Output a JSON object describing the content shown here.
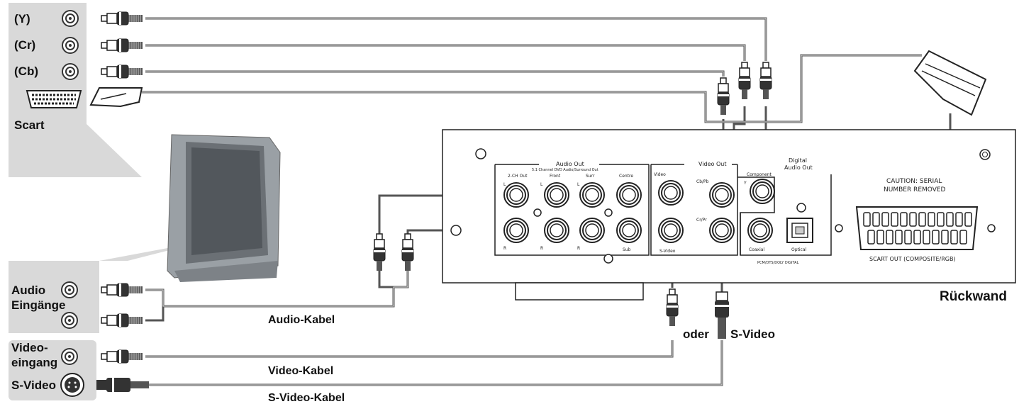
{
  "tv_inputs": {
    "component": [
      "(Y)",
      "(Cr)",
      "(Cb)"
    ],
    "scart": "Scart",
    "audio": [
      "Audio",
      "Eingänge"
    ],
    "video": [
      "Video-",
      "eingang"
    ],
    "svideo": "S-Video"
  },
  "cable_labels": {
    "audio": "Audio-Kabel",
    "video": "Video-Kabel",
    "svideo": "S-Video-Kabel",
    "oder": "oder",
    "svideo_plug": "S-Video"
  },
  "rear_panel": {
    "caption": "Rückwand",
    "audio_out": {
      "title": "Audio Out",
      "subtitle": "5.1 Channel DVD Audio/Surround Out",
      "two_ch": "2-CH Out",
      "front": "Front",
      "surr": "Surr",
      "centre": "Centre",
      "sub": "Sub",
      "l": "L",
      "r": "R"
    },
    "video_out": {
      "title": "Video Out",
      "video": "Video",
      "component": "Component",
      "cb": "Cb/Pb",
      "cr": "Cr/Pr",
      "y": "Y",
      "svideo": "S-Video"
    },
    "digital": {
      "title1": "Digital",
      "title2": "Audio Out",
      "coaxial": "Coaxial",
      "optical": "Optical",
      "formats": "PCM/DTS/DOLY DIGITAL"
    },
    "caution1": "CAUTION: SERIAL",
    "caution2": "NUMBER REMOVED",
    "scart_out": "SCART OUT (COMPOSITE/RGB)"
  }
}
